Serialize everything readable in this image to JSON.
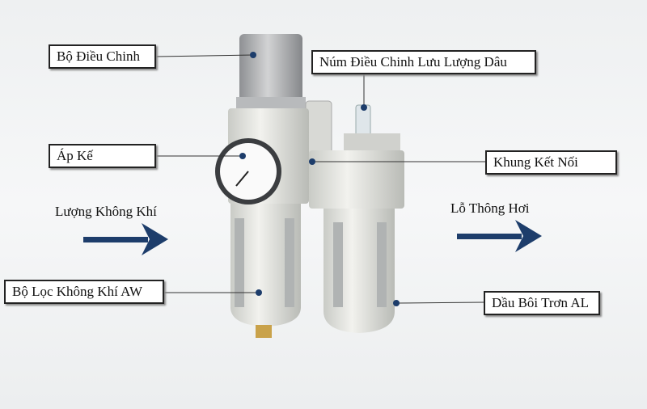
{
  "labels": {
    "regulator": "Bộ Điều Chinh",
    "oil_flow_knob": "Núm Điều Chinh Lưu Lượng Dâu",
    "gauge": "Áp Kế",
    "connector_bracket": "Khung Kết Nối",
    "air_inflow": "Lượng Không Khí",
    "vent_hole": "Lỗ Thông Hơi",
    "air_filter": "Bộ Lọc Không Khí AW",
    "lubricator": "Dầu Bôi Trơn AL"
  },
  "colors": {
    "arrow": "#1d3d6b",
    "dot": "#1d3d6b"
  }
}
